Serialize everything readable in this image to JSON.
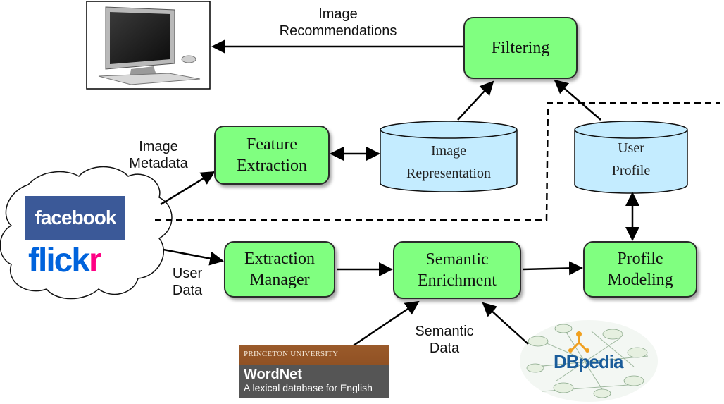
{
  "nodes": {
    "filtering": "Filtering",
    "feature_extraction": "Feature\nExtraction",
    "extraction_manager": "Extraction\nManager",
    "semantic_enrichment": "Semantic\nEnrichment",
    "profile_modeling": "Profile\nModeling"
  },
  "stores": {
    "image_representation": "Image\nRepresentation",
    "user_profile": "User\nProfile"
  },
  "edge_labels": {
    "image_recommendations": "Image\nRecommendations",
    "image_metadata": "Image\nMetadata",
    "user_data": "User\nData",
    "semantic_data": "Semantic\nData"
  },
  "sources": {
    "facebook": "facebook",
    "flickr_a": "flick",
    "flickr_b": "r",
    "wordnet_header": "PRINCETON UNIVERSITY",
    "wordnet_name": "WordNet",
    "wordnet_tagline": "A lexical database for English",
    "dbpedia": "DBpedia"
  },
  "colors": {
    "process_fill": "#80ff80",
    "store_fill": "#c4ecff",
    "facebook": "#3b5998",
    "flickr_blue": "#0063dc",
    "flickr_pink": "#ff0084"
  },
  "icons": [
    "computer-monitor-icon",
    "cloud-icon",
    "dbpedia-graph-icon"
  ]
}
